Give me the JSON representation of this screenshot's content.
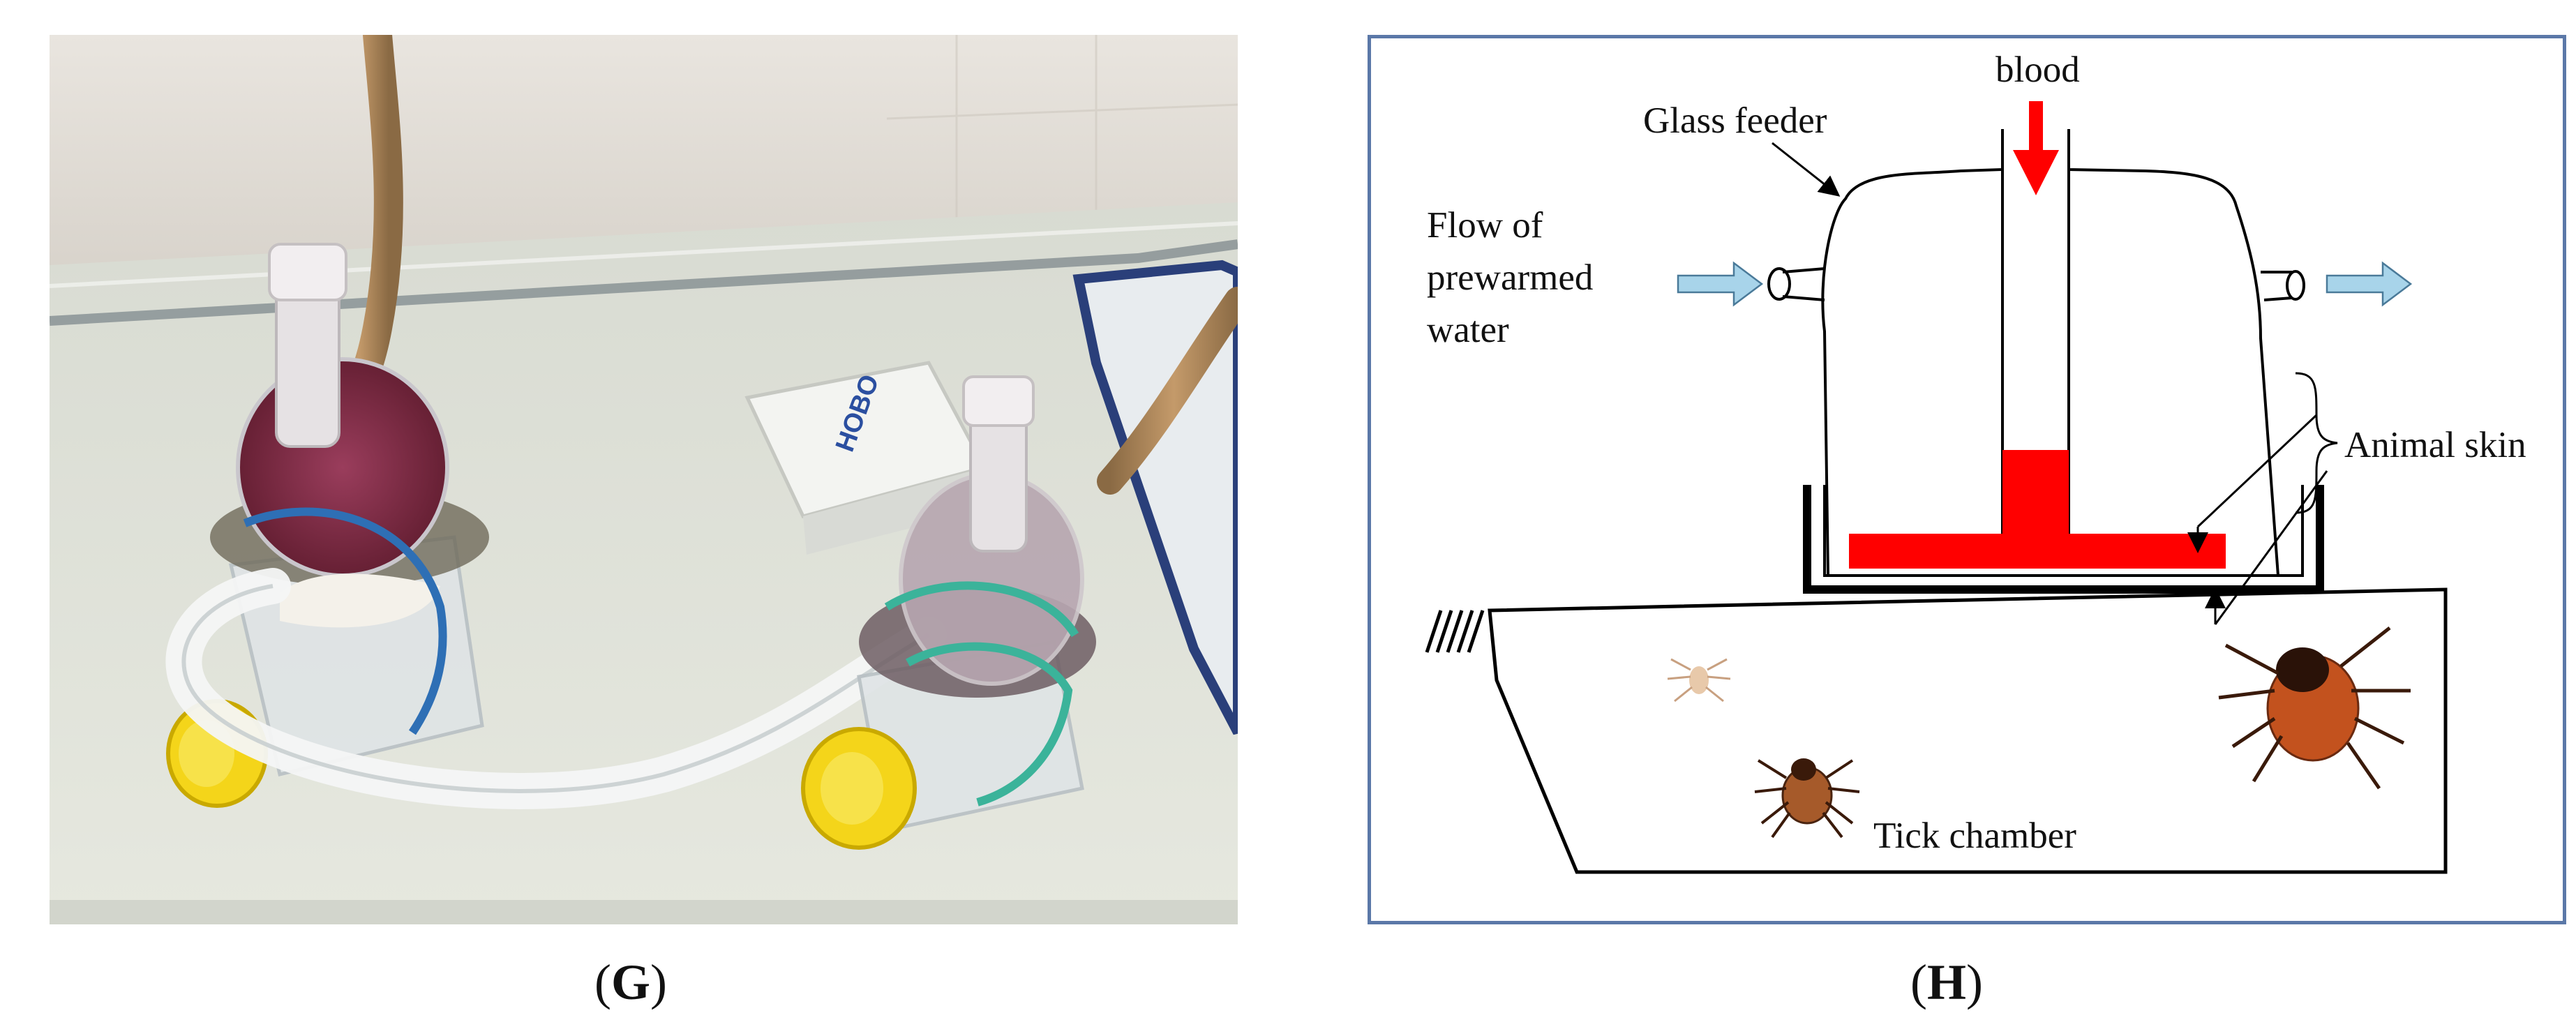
{
  "panels": {
    "g": {
      "caption_open": "(",
      "caption_letter": "G",
      "caption_close": ")"
    },
    "h": {
      "caption_open": "(",
      "caption_letter": "H",
      "caption_close": ")",
      "labels": {
        "blood": "blood",
        "glass_feeder": "Glass feeder",
        "flow_line1": "Flow of",
        "flow_line2": "prewarmed",
        "flow_line3": "water",
        "animal_skin": "Animal skin",
        "tick_chamber": "Tick chamber"
      }
    }
  },
  "photo_text": {
    "logger_brand": "HOBO"
  },
  "colors": {
    "blood": "#ff0000",
    "water_arrow": "#a8d4ea",
    "panel_border": "#5b78a8",
    "tick_body": "#7a3a1a"
  }
}
